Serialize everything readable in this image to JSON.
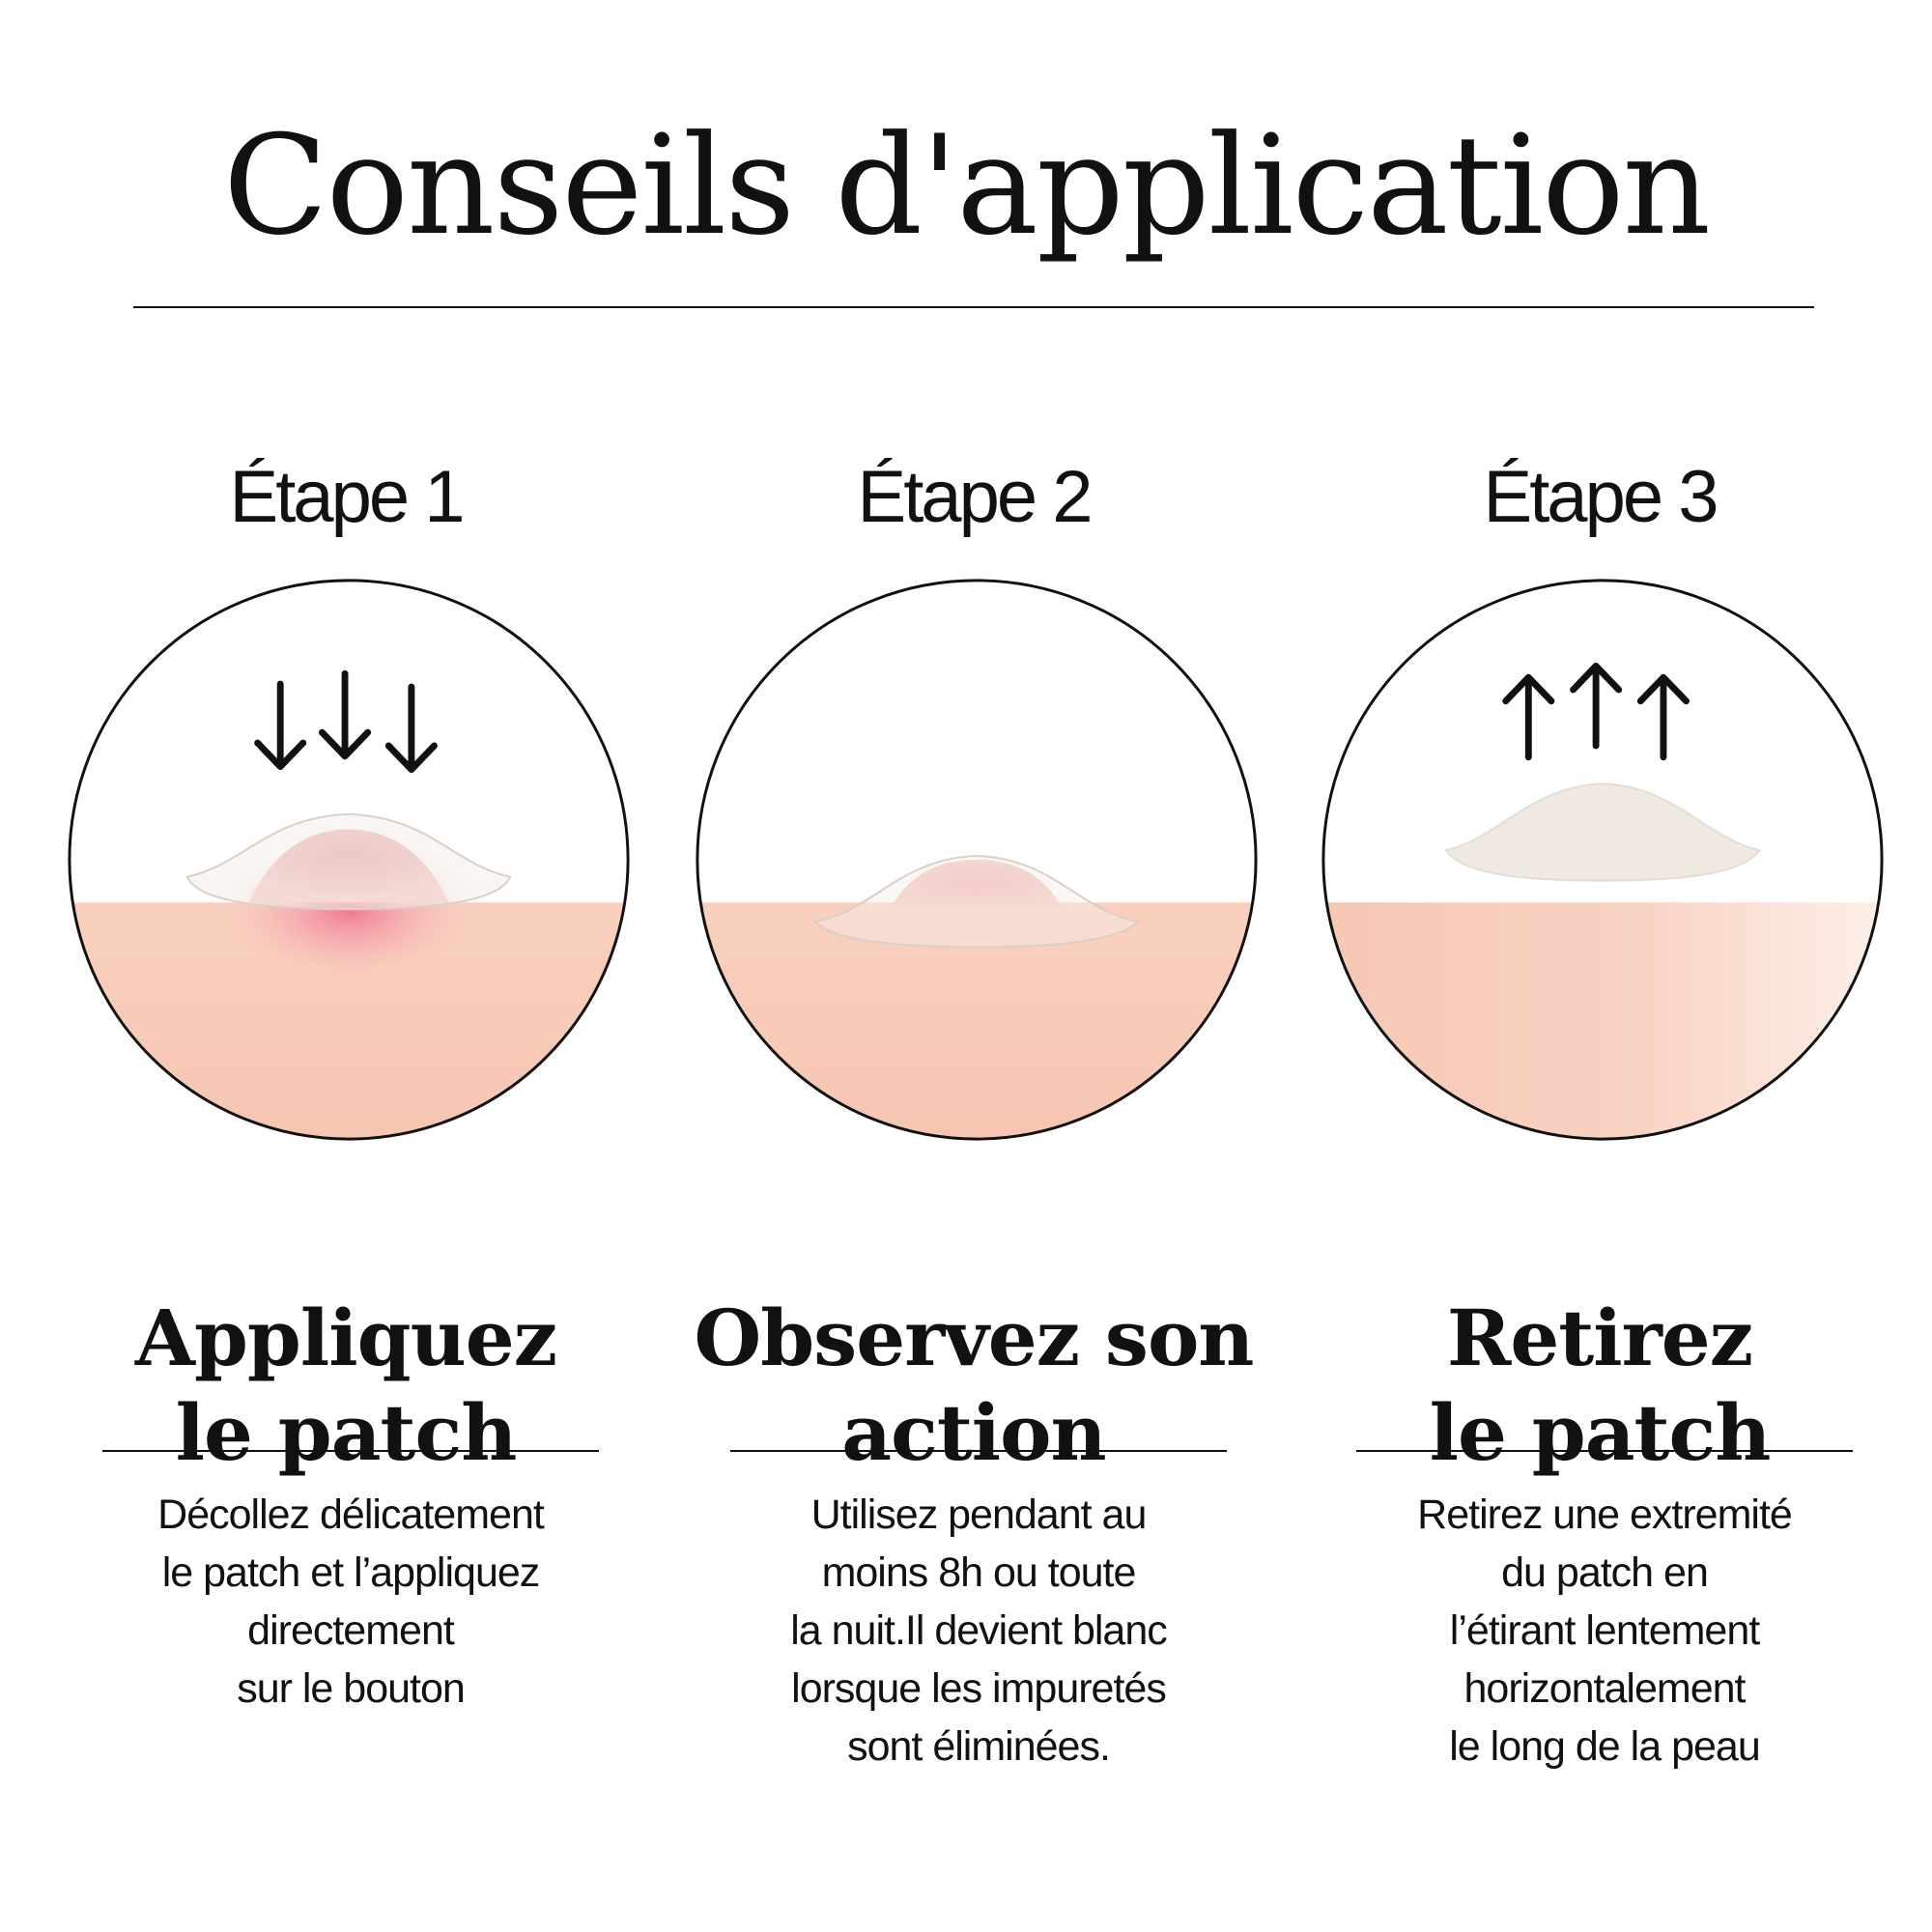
{
  "title": "Conseils d'application",
  "colors": {
    "ink": "#111111",
    "skin": "#f7c9b6",
    "skin_light": "#fbe0d4",
    "patch": "#efe9e3",
    "blemish": "#f29aa8"
  },
  "steps": [
    {
      "label": "Étape 1",
      "arrow_icon": "arrow-down-icon",
      "title_lines": [
        "Appliquez",
        "le patch"
      ],
      "desc_lines": [
        "Décollez délicatement",
        "le patch et l’appliquez",
        "directement",
        "sur le bouton"
      ]
    },
    {
      "label": "Étape 2",
      "title_lines": [
        "Observez son",
        "action"
      ],
      "desc_lines": [
        "Utilisez pendant au",
        "moins 8h ou toute",
        "la nuit.Il devient blanc",
        "lorsque les impuretés",
        "sont éliminées."
      ]
    },
    {
      "label": "Étape 3",
      "arrow_icon": "arrow-up-icon",
      "title_lines": [
        "Retirez",
        "le patch"
      ],
      "desc_lines": [
        "Retirez une extremité",
        "du patch en",
        "l’étirant lentement",
        "horizontalement",
        "le long de la peau"
      ]
    }
  ]
}
